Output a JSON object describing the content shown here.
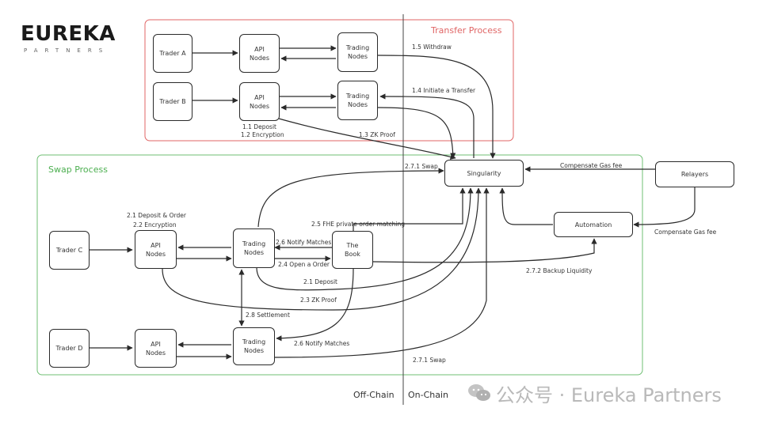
{
  "logo": {
    "name": "EUREKA",
    "sub": "PARTNERS"
  },
  "regions": {
    "transfer": "Transfer Process",
    "swap": "Swap Process"
  },
  "colors": {
    "transfer": "#e06666",
    "swap": "#6fbf73",
    "line": "#2a2a2a"
  },
  "boxes": {
    "trader_a": "Trader A",
    "trader_b": "Trader B",
    "api_a": "API\nNodes",
    "api_b": "API\nNodes",
    "trading_a": "Trading\nNodes",
    "trading_b": "Trading\nNodes",
    "singularity": "Singularity",
    "relayers": "Relayers",
    "automation": "Automation",
    "trader_c": "Trader C",
    "api_c": "API\nNodes",
    "trading_c": "Trading\nNodes",
    "book": "The\nBook",
    "trader_d": "Trader D",
    "api_d": "API\nNodes",
    "trading_d": "Trading\nNodes"
  },
  "labels": {
    "l15": "1.5 Withdraw",
    "l14": "1.4 Initiate a Transfer",
    "l11": "1.1 Deposit",
    "l12": "1.2 Encryption",
    "l13": "1.3 ZK Proof",
    "l271a": "2.7.1 Swap",
    "comp1": "Compensate Gas fee",
    "comp2": "Compensate Gas fee",
    "l21a": "2.1 Deposit & Order",
    "l22": "2.2 Encryption",
    "l25": "2.5 FHE private order matching",
    "l26a": "2.6 Notify Matches",
    "l24": "2.4 Open a Order",
    "l272": "2.7.2 Backup Liquidity",
    "l21b": "2.1 Deposit",
    "l23": "2.3 ZK Proof",
    "l28": "2.8 Settlement",
    "l26b": "2.6 Notify Matches",
    "l271b": "2.7.1 Swap"
  },
  "chain": {
    "off": "Off-Chain",
    "on": "On-Chain"
  },
  "watermark": "公众号 · Eureka Partners"
}
